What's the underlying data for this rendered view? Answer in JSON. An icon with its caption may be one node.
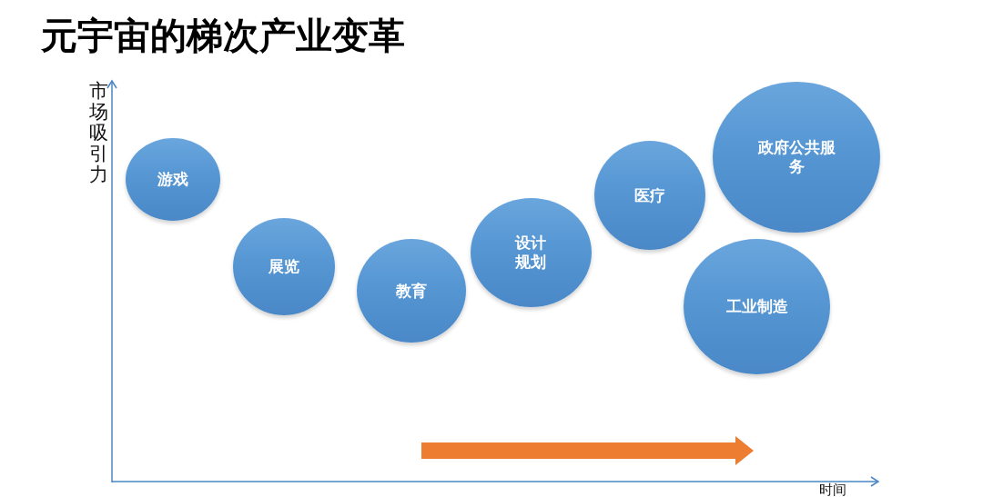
{
  "diagram": {
    "title": "元宇宙的梯次产业变革",
    "nodes": [
      {
        "text": [
          "游戏"
        ]
      },
      {
        "text": [
          "展览"
        ]
      },
      {
        "text": [
          "教育"
        ]
      },
      {
        "text": [
          "设计规划"
        ]
      },
      {
        "text": [
          "医疗"
        ]
      },
      {
        "text": [
          "政府公共服务"
        ]
      },
      {
        "text": [
          "工业制造"
        ]
      }
    ],
    "labels": [
      "市场吸引力",
      "时间"
    ]
  }
}
